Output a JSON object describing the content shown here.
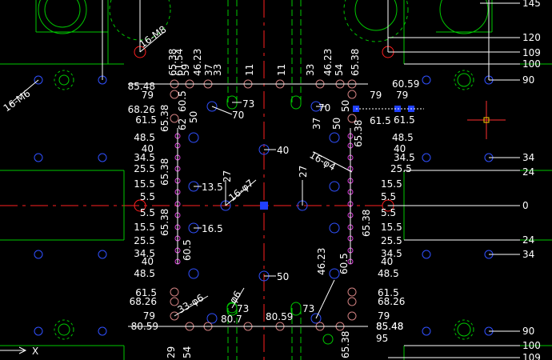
{
  "app": {
    "title": "CAD Drawing Viewport"
  },
  "colors": {
    "background": "#000000",
    "outline": "#00c800",
    "dimension": "#ffffff",
    "centerline": "#ff2020",
    "hole_blue": "#3050ff",
    "pin_magenta": "#e040e0",
    "hole_brown": "#d08080",
    "grip": "#2040ff",
    "crosshair": "#ff3030",
    "crosshair_center": "#ffd000"
  },
  "ucs": {
    "x_label": "X"
  },
  "right_dims": [
    "145",
    "120",
    "109",
    "100",
    "90",
    "34",
    "24",
    "0",
    "24",
    "34",
    "90",
    "100",
    "109"
  ],
  "left_column_labels": [
    "85.48",
    "79",
    "68.26",
    "61.5",
    "48.5",
    "40",
    "34.5",
    "25.5",
    "15.5",
    "5.5",
    "5.5",
    "15.5",
    "25.5",
    "34.5",
    "40",
    "48.5",
    "61.5",
    "68.26",
    "79",
    "80.59"
  ],
  "right_column_labels": [
    "60.59",
    "79",
    "61.5",
    "48.5",
    "40",
    "34.5",
    "25.5",
    "15.5",
    "5.5",
    "5.5",
    "15.5",
    "25.5",
    "34.5",
    "40",
    "48.5",
    "61.5",
    "68.26",
    "79",
    "85.48",
    "95"
  ],
  "top_row_labels": [
    "65.38",
    "61.54",
    "59",
    "46.23",
    "37",
    "33",
    "11",
    "11",
    "33",
    "46.23",
    "54",
    "65.38"
  ],
  "top_row_right_labels": [
    "61.5",
    "79"
  ],
  "inner_labels": {
    "c40_top": "40",
    "c50_bottom": "50",
    "c13_5": "13.5",
    "c16_5": "16.5",
    "l27_left": "27",
    "l27_right": "27",
    "v50_left": "50",
    "v50_right": "50",
    "v60_5_left": "60.5",
    "v60_5_right": "60.5",
    "v37": "37",
    "v46_23": "46.23",
    "v62": "62",
    "v65_38_a": "65.38",
    "v65_38_b": "65.38",
    "v65_38_c": "65.38",
    "v65_38_d": "65.38",
    "v65_38_e": "65.38",
    "v65_38_f": "65.38",
    "v60_5_upper": "60.5",
    "v50_upper": "50"
  },
  "leaders": {
    "m8": "16-M8",
    "m6": "16-M6",
    "phi7": "16-φ7",
    "phi4": "16-φ4",
    "phi6_top": "33-φ6",
    "phi6_bottom": "φ6",
    "l70_left": "70",
    "l70_right": "70",
    "l73_top": "73",
    "l73_bottom_left": "73",
    "l73_bottom_right": "73",
    "l80_7": "80.7",
    "l80_59": "80.59",
    "l85_48_right": "85.48"
  },
  "bottom_labels": [
    "29",
    "54",
    "65.38"
  ]
}
